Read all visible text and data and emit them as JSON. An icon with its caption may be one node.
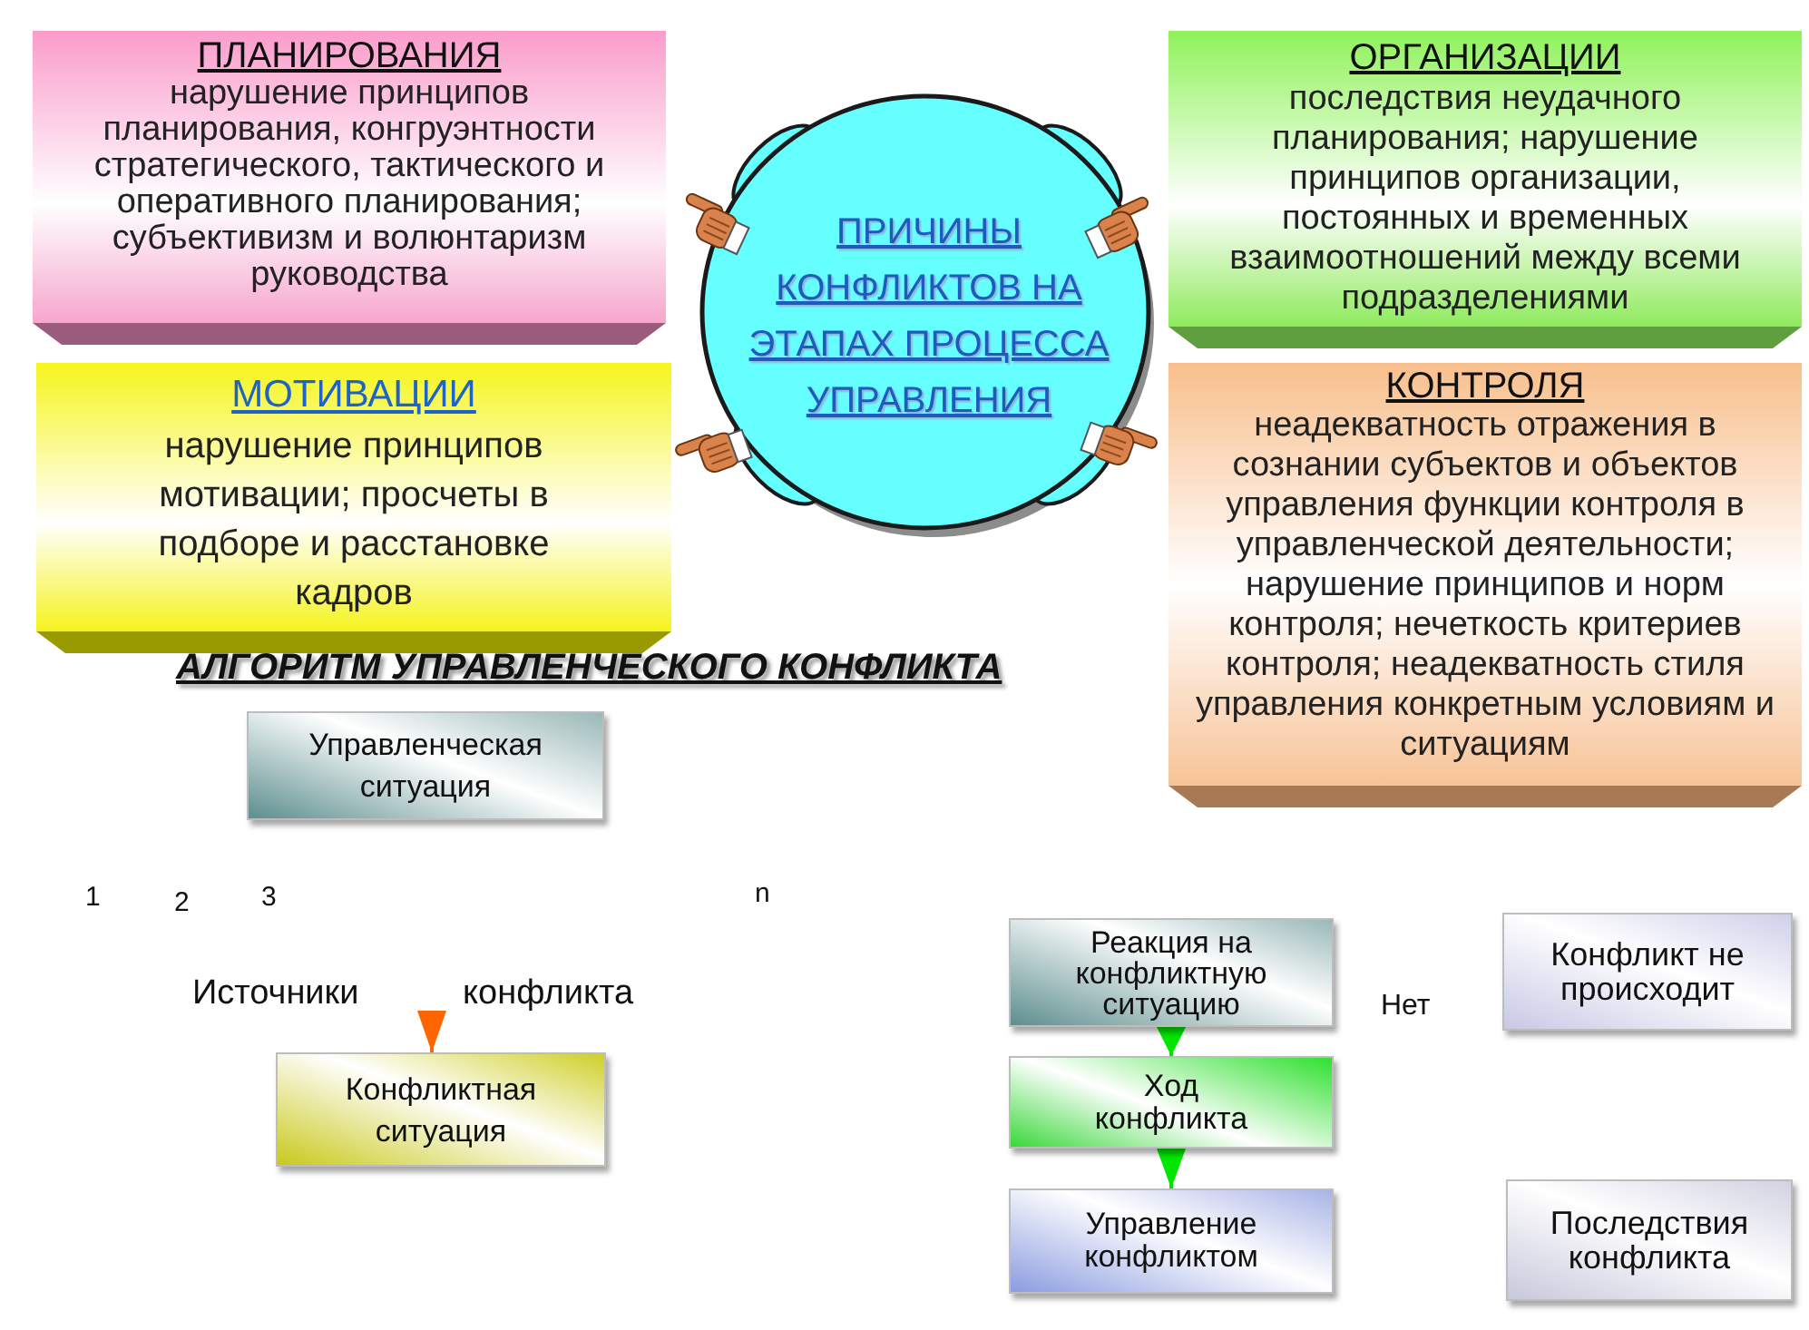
{
  "diagram": {
    "nodes": [
      {
        "text": [
          "ПЛАНИРОВАНИЯ",
          "нарушение принципов планирования, конгруэнтности стратегического, тактического и оперативного планирования; субъективизм и волюнтаризм руководства"
        ]
      },
      {
        "text": [
          "ПРИЧИНЫ КОНФЛИКТОВ НА ЭТАПАХ ПРОЦЕССА УПРАВЛЕНИЯ"
        ]
      },
      {
        "text": [
          "ОРГАНИЗАЦИИ",
          "последствия неудачного планирования; нарушение принципов организации, постоянных и временных взаимоотношений между всеми подразделениями"
        ]
      },
      {
        "text": [
          "МОТИВАЦИИ",
          "нарушение принципов мотивации; просчеты в подборе и расстановке кадров"
        ]
      },
      {
        "text": [
          "КОНТРОЛЯ",
          "неадекватность отражения в сознании субъектов и объектов управления функции контроля в управленческой деятельности; нарушение принципов и норм контроля; нечеткость критериев контроля; неадекватность стиля управления конкретным условиям и ситуациям"
        ]
      },
      {
        "text": [
          "Управленческая ситуация"
        ]
      },
      {
        "text": [
          "Конфликтная ситуация"
        ]
      },
      {
        "text": [
          "Реакция на конфликтную ситуацию"
        ]
      },
      {
        "text": [
          "Ход конфликта"
        ]
      },
      {
        "text": [
          "Управление конфликтом"
        ]
      },
      {
        "text": [
          "Конфликт не происходит"
        ]
      },
      {
        "text": [
          "Последствия конфликта"
        ]
      }
    ],
    "edges": [
      {
        "from": 7,
        "to": 8,
        "arrow": "to"
      },
      {
        "from": 8,
        "to": 9,
        "arrow": "to"
      },
      {
        "from": null,
        "to": 6,
        "arrow": "to",
        "color": "#ff6600"
      }
    ],
    "labels": [
      "АЛГОРИТМ УПРАВЛЕНЧЕСКОГО КОНФЛИКТА",
      "1",
      "2",
      "3",
      "n",
      "Источники",
      "конфликта",
      "Нет"
    ]
  }
}
